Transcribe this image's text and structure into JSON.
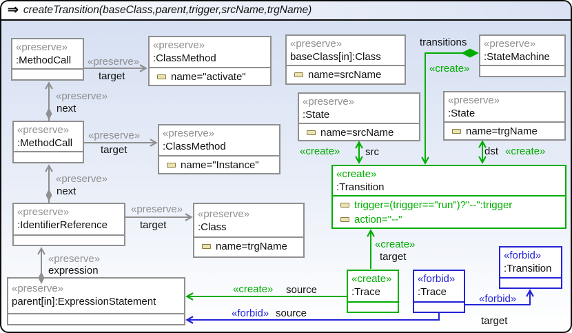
{
  "title": {
    "icon": "⇒",
    "text": "createTransition(baseClass,parent,trigger,srcName,trgName)"
  },
  "colors": {
    "preserve_gray": "#8f8f8f",
    "create_green": "#00ad00",
    "forbid_blue": "#2323d7",
    "attr_icon_fill": "#e9e2b3",
    "attr_icon_border": "#8a7a3a",
    "canvas_top": "#d5dff2",
    "canvas_bottom": "#ffffff"
  },
  "nodes": {
    "methodcall1": {
      "stereotype": "«preserve»",
      "name": ":MethodCall"
    },
    "classmethod1": {
      "stereotype": "«preserve»",
      "name": ":ClassMethod",
      "attrs": [
        "name=\"activate\""
      ]
    },
    "baseclass": {
      "stereotype": "«preserve»",
      "name": "baseClass[in]:Class",
      "attrs": [
        "name=srcName"
      ]
    },
    "statemachine": {
      "stereotype": "«preserve»",
      "name": ":StateMachine"
    },
    "state_src": {
      "stereotype": "«preserve»",
      "name": ":State",
      "attrs": [
        "name=srcName"
      ]
    },
    "state_trg": {
      "stereotype": "«preserve»",
      "name": ":State",
      "attrs": [
        "name=trgName"
      ]
    },
    "methodcall2": {
      "stereotype": "«preserve»",
      "name": ":MethodCall"
    },
    "classmethod2": {
      "stereotype": "«preserve»",
      "name": ":ClassMethod",
      "attrs": [
        "name=\"Instance\""
      ]
    },
    "identifierreference": {
      "stereotype": "«preserve»",
      "name": ":IdentifierReference"
    },
    "class_trg": {
      "stereotype": "«preserve»",
      "name": ":Class",
      "attrs": [
        "name=trgName"
      ]
    },
    "transition_create": {
      "stereotype": "«create»",
      "name": ":Transition",
      "attrs": [
        "trigger=(trigger==\"run\")?\"--\":trigger",
        "action=\"--\""
      ]
    },
    "expressionstatement": {
      "stereotype": "«preserve»",
      "name": "parent[in]:ExpressionStatement"
    },
    "trace_create": {
      "stereotype": "«create»",
      "name": ":Trace"
    },
    "trace_forbid": {
      "stereotype": "«forbid»",
      "name": ":Trace"
    },
    "transition_forbid": {
      "stereotype": "«forbid»",
      "name": ":Transition"
    }
  },
  "edges": {
    "target1": {
      "stereotype": "«preserve»",
      "role": "target"
    },
    "next1": {
      "stereotype": "«preserve»",
      "role": "next"
    },
    "target2": {
      "stereotype": "«preserve»",
      "role": "target"
    },
    "next2": {
      "stereotype": "«preserve»",
      "role": "next"
    },
    "target3": {
      "stereotype": "«preserve»",
      "role": "target"
    },
    "expression": {
      "stereotype": "«preserve»",
      "role": "expression"
    },
    "transitions": {
      "stereotype": "«create»",
      "role": "transitions"
    },
    "src": {
      "stereotype": "«create»",
      "role": "src"
    },
    "dst": {
      "stereotype": "«create»",
      "role": "dst"
    },
    "trace_target": {
      "stereotype": "«create»",
      "role": "target"
    },
    "trace_source": {
      "stereotype": "«create»",
      "role": "source"
    },
    "forbid_source": {
      "stereotype": "«forbid»",
      "role": "source"
    },
    "forbid_target": {
      "stereotype": "«forbid»",
      "role": "target"
    }
  }
}
